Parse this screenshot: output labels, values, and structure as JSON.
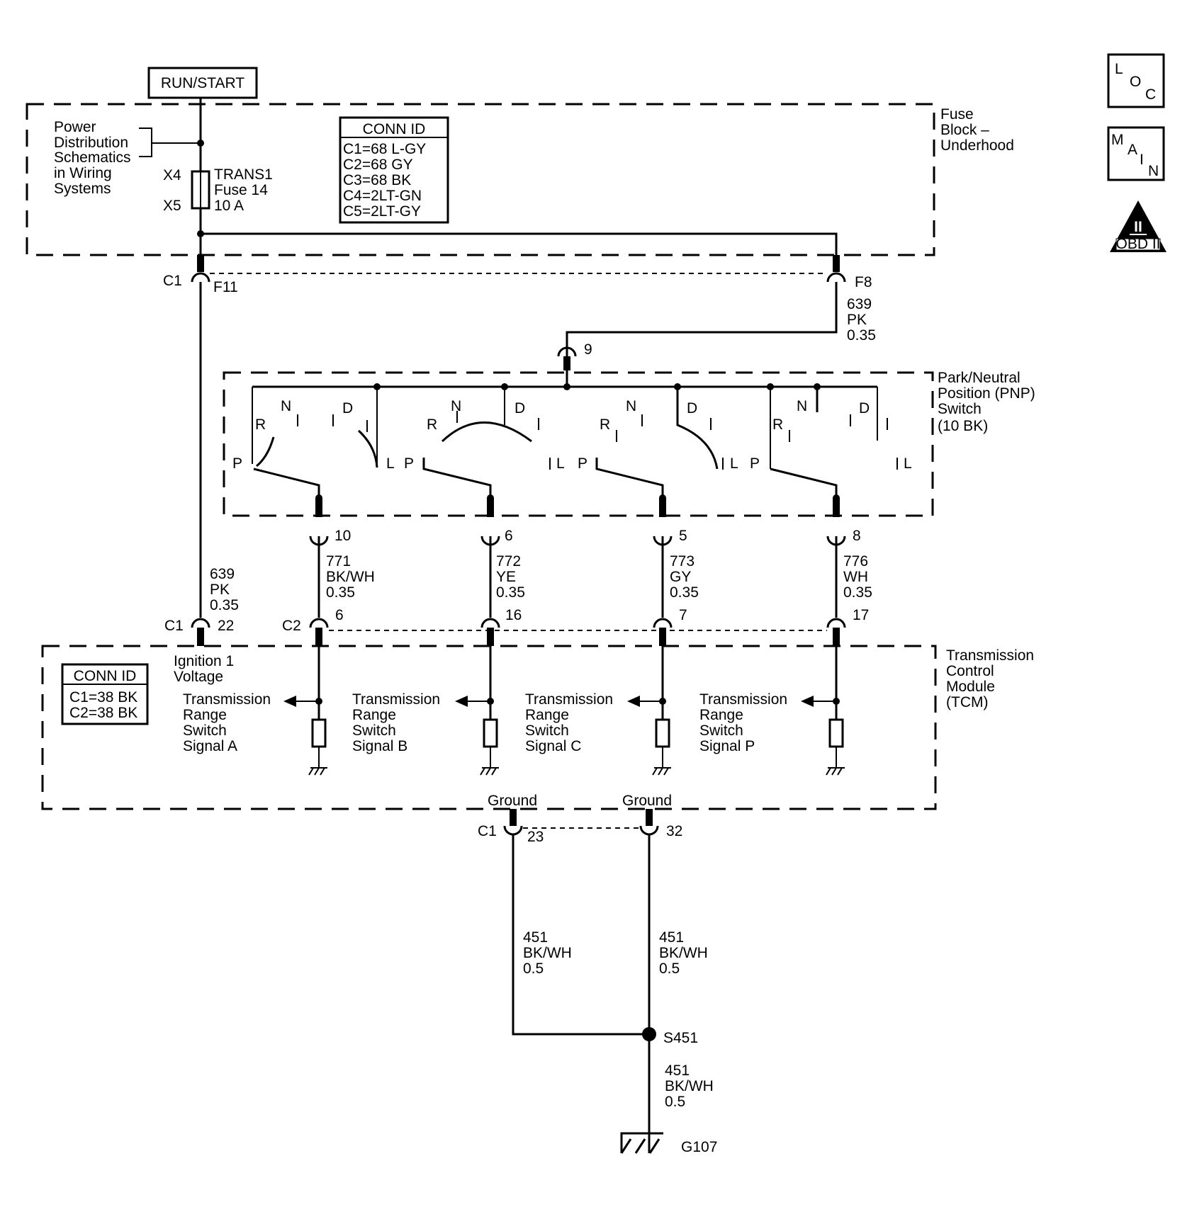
{
  "supply": {
    "label": "RUN/START"
  },
  "fuse_block": {
    "name": [
      "Fuse",
      "Block –",
      "Underhood"
    ],
    "power_note": [
      "Power",
      "Distribution",
      "Schematics",
      "in Wiring",
      "Systems"
    ],
    "fuse_in": "X4",
    "fuse_out": "X5",
    "fuse_name": [
      "TRANS1",
      "Fuse 14",
      "10 A"
    ],
    "conn_id_title": "CONN ID",
    "conn_ids": [
      "C1=68 L-GY",
      "C2=68 GY",
      "C3=68 BK",
      "C4=2LT-GN",
      "C5=2LT-GY"
    ],
    "c1_label": "C1",
    "pin_f11": "F11",
    "pin_f8": "F8"
  },
  "wire_to_pnp": [
    "639",
    "PK",
    "0.35"
  ],
  "wire_to_tcm": [
    "639",
    "PK",
    "0.35"
  ],
  "pnp": {
    "name": [
      "Park/Neutral",
      "Position (PNP)",
      "Switch",
      "(10 BK)"
    ],
    "input_pin": "9",
    "pos_labels": {
      "p": "P",
      "r": "R",
      "n": "N",
      "d": "D",
      "l": "L"
    }
  },
  "signal_wires": [
    {
      "pnp_pin": "10",
      "circuit": "771",
      "color": "BK/WH",
      "size": "0.35",
      "tcm_pin": "6",
      "signal": [
        "Transmission",
        "Range",
        "Switch",
        "Signal A"
      ]
    },
    {
      "pnp_pin": "6",
      "circuit": "772",
      "color": "YE",
      "size": "0.35",
      "tcm_pin": "16",
      "signal": [
        "Transmission",
        "Range",
        "Switch",
        "Signal B"
      ]
    },
    {
      "pnp_pin": "5",
      "circuit": "773",
      "color": "GY",
      "size": "0.35",
      "tcm_pin": "7",
      "signal": [
        "Transmission",
        "Range",
        "Switch",
        "Signal C"
      ]
    },
    {
      "pnp_pin": "8",
      "circuit": "776",
      "color": "WH",
      "size": "0.35",
      "tcm_pin": "17",
      "signal": [
        "Transmission",
        "Range",
        "Switch",
        "Signal P"
      ]
    }
  ],
  "tcm": {
    "name": [
      "Transmission",
      "Control",
      "Module",
      "(TCM)"
    ],
    "conn_id_title": "CONN ID",
    "conn_ids": [
      "C1=38 BK",
      "C2=38 BK"
    ],
    "c1_label": "C1",
    "c2_label": "C2",
    "ign_pin": "22",
    "ign_label": [
      "Ignition 1",
      "Voltage"
    ],
    "ground_label": "Ground",
    "ground_c1_label": "C1",
    "ground_pin_a": "23",
    "ground_pin_b": "32"
  },
  "ground_wires": {
    "left": [
      "451",
      "BK/WH",
      "0.5"
    ],
    "right": [
      "451",
      "BK/WH",
      "0.5"
    ],
    "bottom": [
      "451",
      "BK/WH",
      "0.5"
    ],
    "splice": "S451",
    "ground": "G107"
  },
  "badges": {
    "loc": [
      "L",
      "O",
      "C"
    ],
    "main": [
      "M",
      "A",
      "I",
      "N"
    ],
    "obd_numeral": "II",
    "obd_label": "OBD II"
  }
}
